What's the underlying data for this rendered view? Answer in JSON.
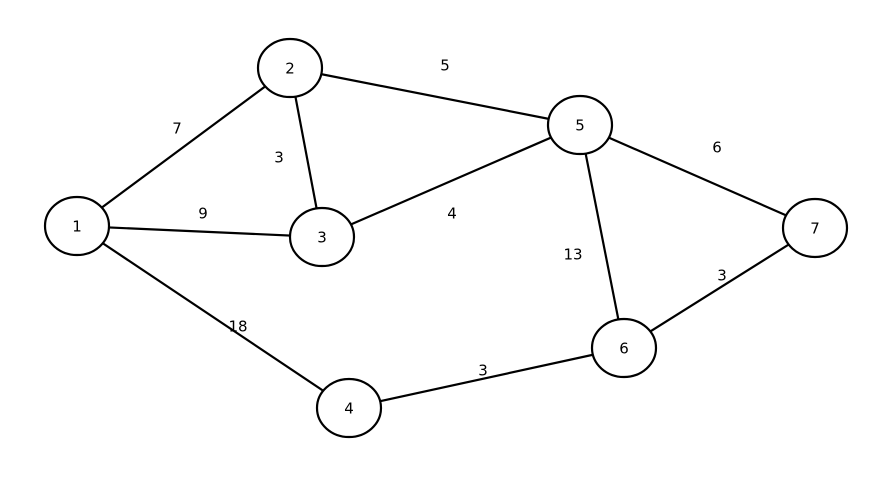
{
  "graph": {
    "nodes": [
      {
        "id": "1",
        "label": "1"
      },
      {
        "id": "2",
        "label": "2"
      },
      {
        "id": "3",
        "label": "3"
      },
      {
        "id": "4",
        "label": "4"
      },
      {
        "id": "5",
        "label": "5"
      },
      {
        "id": "6",
        "label": "6"
      },
      {
        "id": "7",
        "label": "7"
      }
    ],
    "edges": [
      {
        "from": "1",
        "to": "2",
        "weight": "7"
      },
      {
        "from": "1",
        "to": "3",
        "weight": "9"
      },
      {
        "from": "1",
        "to": "4",
        "weight": "18"
      },
      {
        "from": "2",
        "to": "3",
        "weight": "3"
      },
      {
        "from": "2",
        "to": "5",
        "weight": "5"
      },
      {
        "from": "3",
        "to": "5",
        "weight": "4"
      },
      {
        "from": "4",
        "to": "6",
        "weight": "3"
      },
      {
        "from": "5",
        "to": "6",
        "weight": "13"
      },
      {
        "from": "5",
        "to": "7",
        "weight": "6"
      },
      {
        "from": "6",
        "to": "7",
        "weight": "3"
      }
    ]
  }
}
